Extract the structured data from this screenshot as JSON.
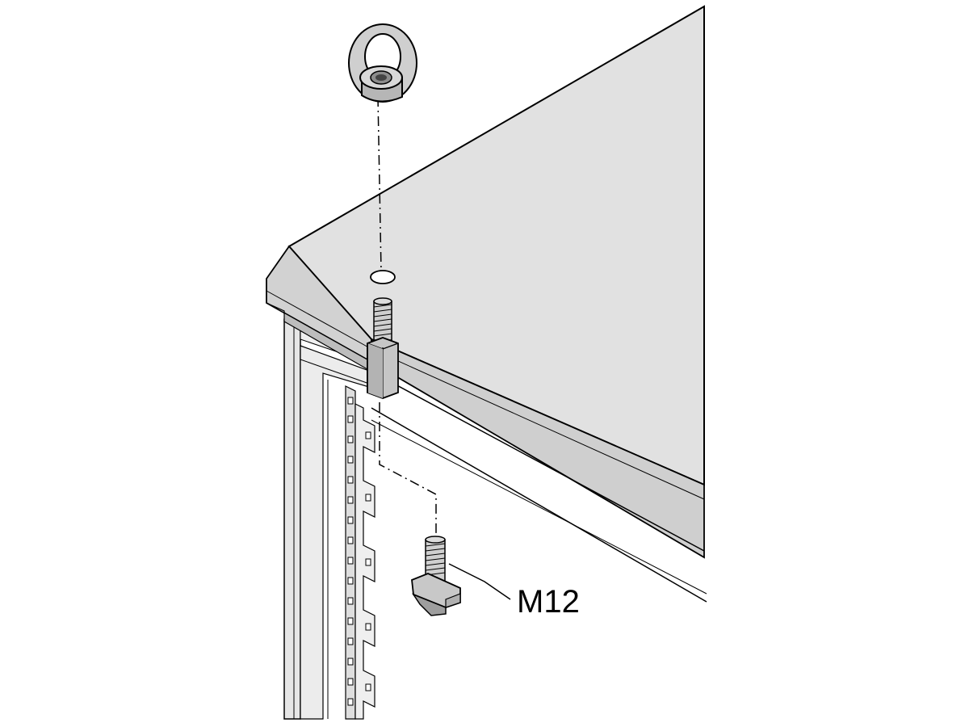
{
  "diagram": {
    "callout_label": "M12",
    "components": [
      "eye-nut",
      "mounting-hole",
      "hex-spacer-bolt",
      "t-slot-bolt",
      "cabinet-roof",
      "cabinet-frame",
      "punched-rail"
    ],
    "colors": {
      "roof_top": "#e1e1e1",
      "roof_edge": "#c9c9c9",
      "metal_light": "#dcdcdc",
      "metal_mid": "#b8b8b8",
      "metal_dark": "#8c8c8c",
      "frame": "#ededed",
      "outline": "#000000"
    }
  }
}
